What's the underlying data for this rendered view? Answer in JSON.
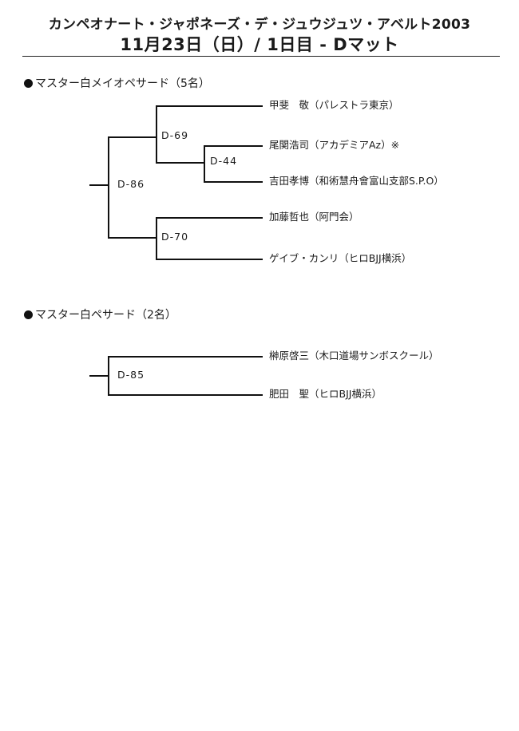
{
  "header": {
    "title": "カンペオナート・ジャポネーズ・デ・ジュウジュツ・アベルト2003",
    "subtitle": "11月23日（日）/ 1日目 - Dマット"
  },
  "brackets": [
    {
      "heading": "マスター白メイオペサード（5名）",
      "matches": [
        "D-86",
        "D-69",
        "D-44",
        "D-70"
      ],
      "competitors": [
        "甲斐　敬（パレストラ東京）",
        "尾関浩司（アカデミアAz）※",
        "吉田孝博（和術慧舟會富山支部S.P.O）",
        "加藤哲也（阿門会）",
        "ゲイブ・カンリ（ヒロBJJ横浜）"
      ]
    },
    {
      "heading": "マスター白ペサード（2名）",
      "matches": [
        "D-85"
      ],
      "competitors": [
        "榊原啓三（木口道場サンボスクール）",
        "肥田　聖（ヒロBJJ横浜）"
      ]
    }
  ]
}
